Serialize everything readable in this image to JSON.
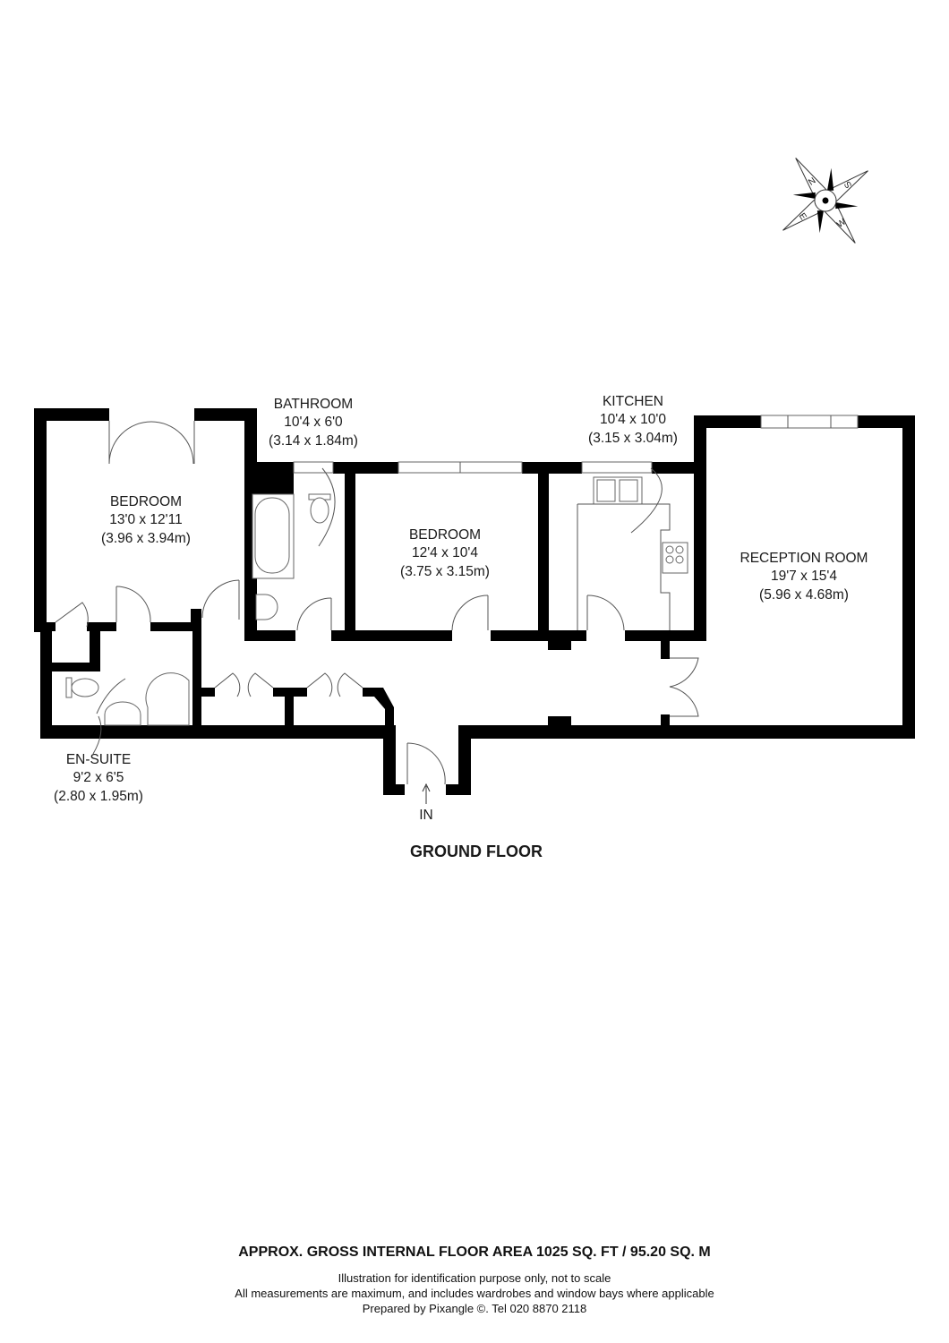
{
  "rooms": {
    "bedroom1": {
      "name": "BEDROOM",
      "imperial": "13'0 x 12'11",
      "metric": "(3.96 x 3.94m)"
    },
    "bathroom": {
      "name": "BATHROOM",
      "imperial": "10'4 x 6'0",
      "metric": "(3.14 x 1.84m)"
    },
    "bedroom2": {
      "name": "BEDROOM",
      "imperial": "12'4 x 10'4",
      "metric": "(3.75 x 3.15m)"
    },
    "kitchen": {
      "name": "KITCHEN",
      "imperial": "10'4 x 10'0",
      "metric": "(3.15 x 3.04m)"
    },
    "reception": {
      "name": "RECEPTION ROOM",
      "imperial": "19'7 x 15'4",
      "metric": "(5.96 x 4.68m)"
    },
    "ensuite": {
      "name": "EN-SUITE",
      "imperial": "9'2 x 6'5",
      "metric": "(2.80 x 1.95m)"
    }
  },
  "entrance_label": "IN",
  "floor_title": "GROUND FLOOR",
  "compass": {
    "letters": [
      "N",
      "E",
      "S",
      "W"
    ]
  },
  "footer": {
    "area": "APPROX. GROSS INTERNAL FLOOR AREA 1025 SQ. FT / 95.20 SQ. M",
    "line1": "Illustration for identification purpose only, not to scale",
    "line2": "All measurements are maximum, and includes wardrobes and window bays where applicable",
    "line3": "Prepared by Pixangle ©. Tel 020 8870 2118"
  }
}
